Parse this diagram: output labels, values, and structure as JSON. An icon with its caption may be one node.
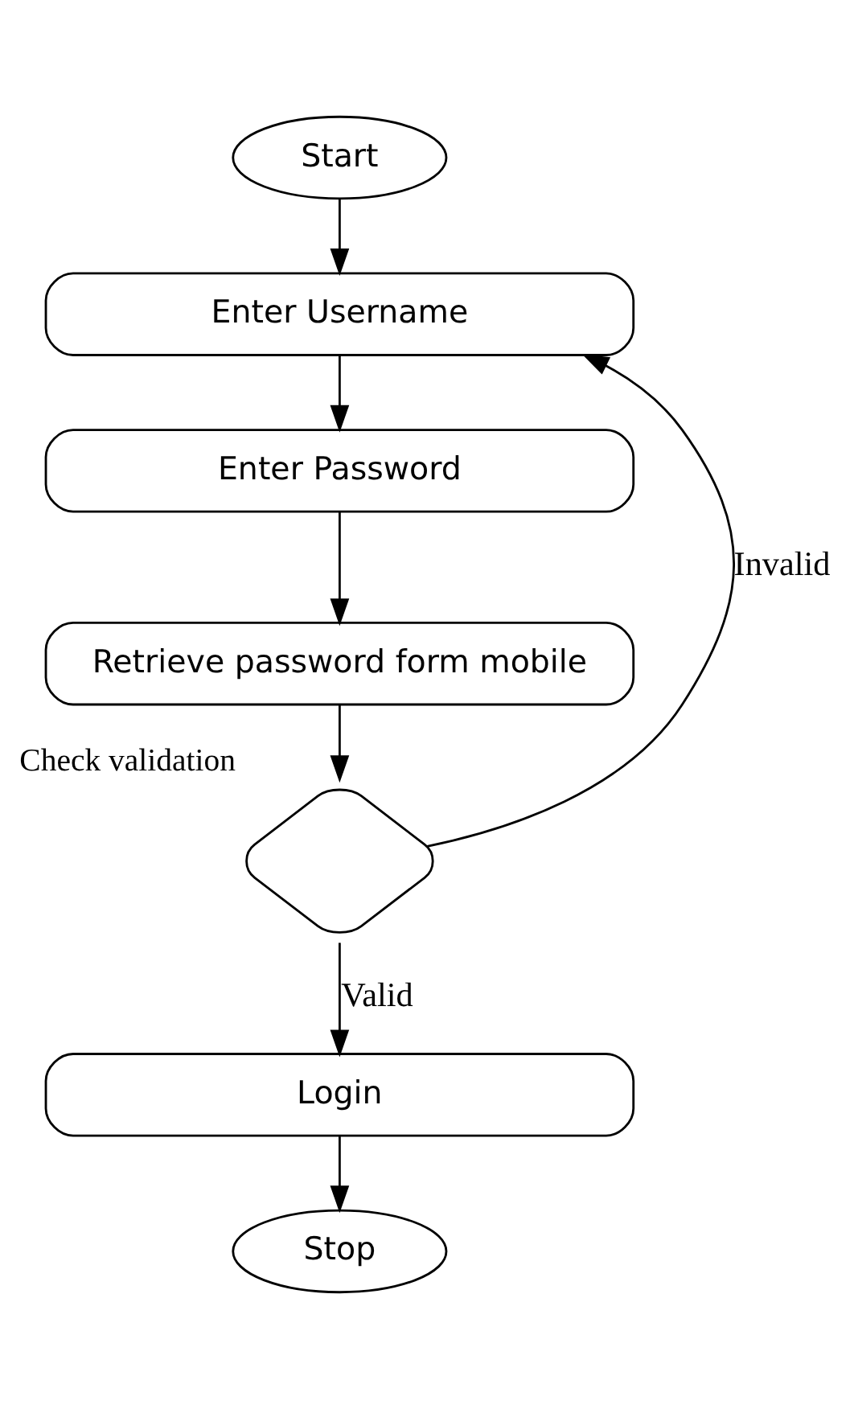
{
  "diagram": {
    "nodes": [
      {
        "text": [
          "Start"
        ]
      },
      {
        "text": [
          "Enter Username"
        ]
      },
      {
        "text": [
          "Enter Password"
        ]
      },
      {
        "text": [
          "Retrieve password form mobile"
        ]
      },
      {
        "text": [],
        "shape": "diamond",
        "beside": [
          "Check validation"
        ]
      },
      {
        "text": [
          "Login"
        ]
      },
      {
        "text": [
          "Stop"
        ]
      }
    ],
    "edges": [
      {
        "from": 0,
        "to": 1,
        "arrow": "to"
      },
      {
        "from": 1,
        "to": 2,
        "arrow": "to"
      },
      {
        "from": 2,
        "to": 3,
        "arrow": "to"
      },
      {
        "from": 3,
        "to": 4,
        "arrow": "to"
      },
      {
        "from": 4,
        "to": 1,
        "arrow": "to",
        "label": "Invalid"
      },
      {
        "from": 4,
        "to": 5,
        "arrow": "to",
        "label": "Valid"
      },
      {
        "from": 5,
        "to": 6,
        "arrow": "to"
      }
    ]
  }
}
